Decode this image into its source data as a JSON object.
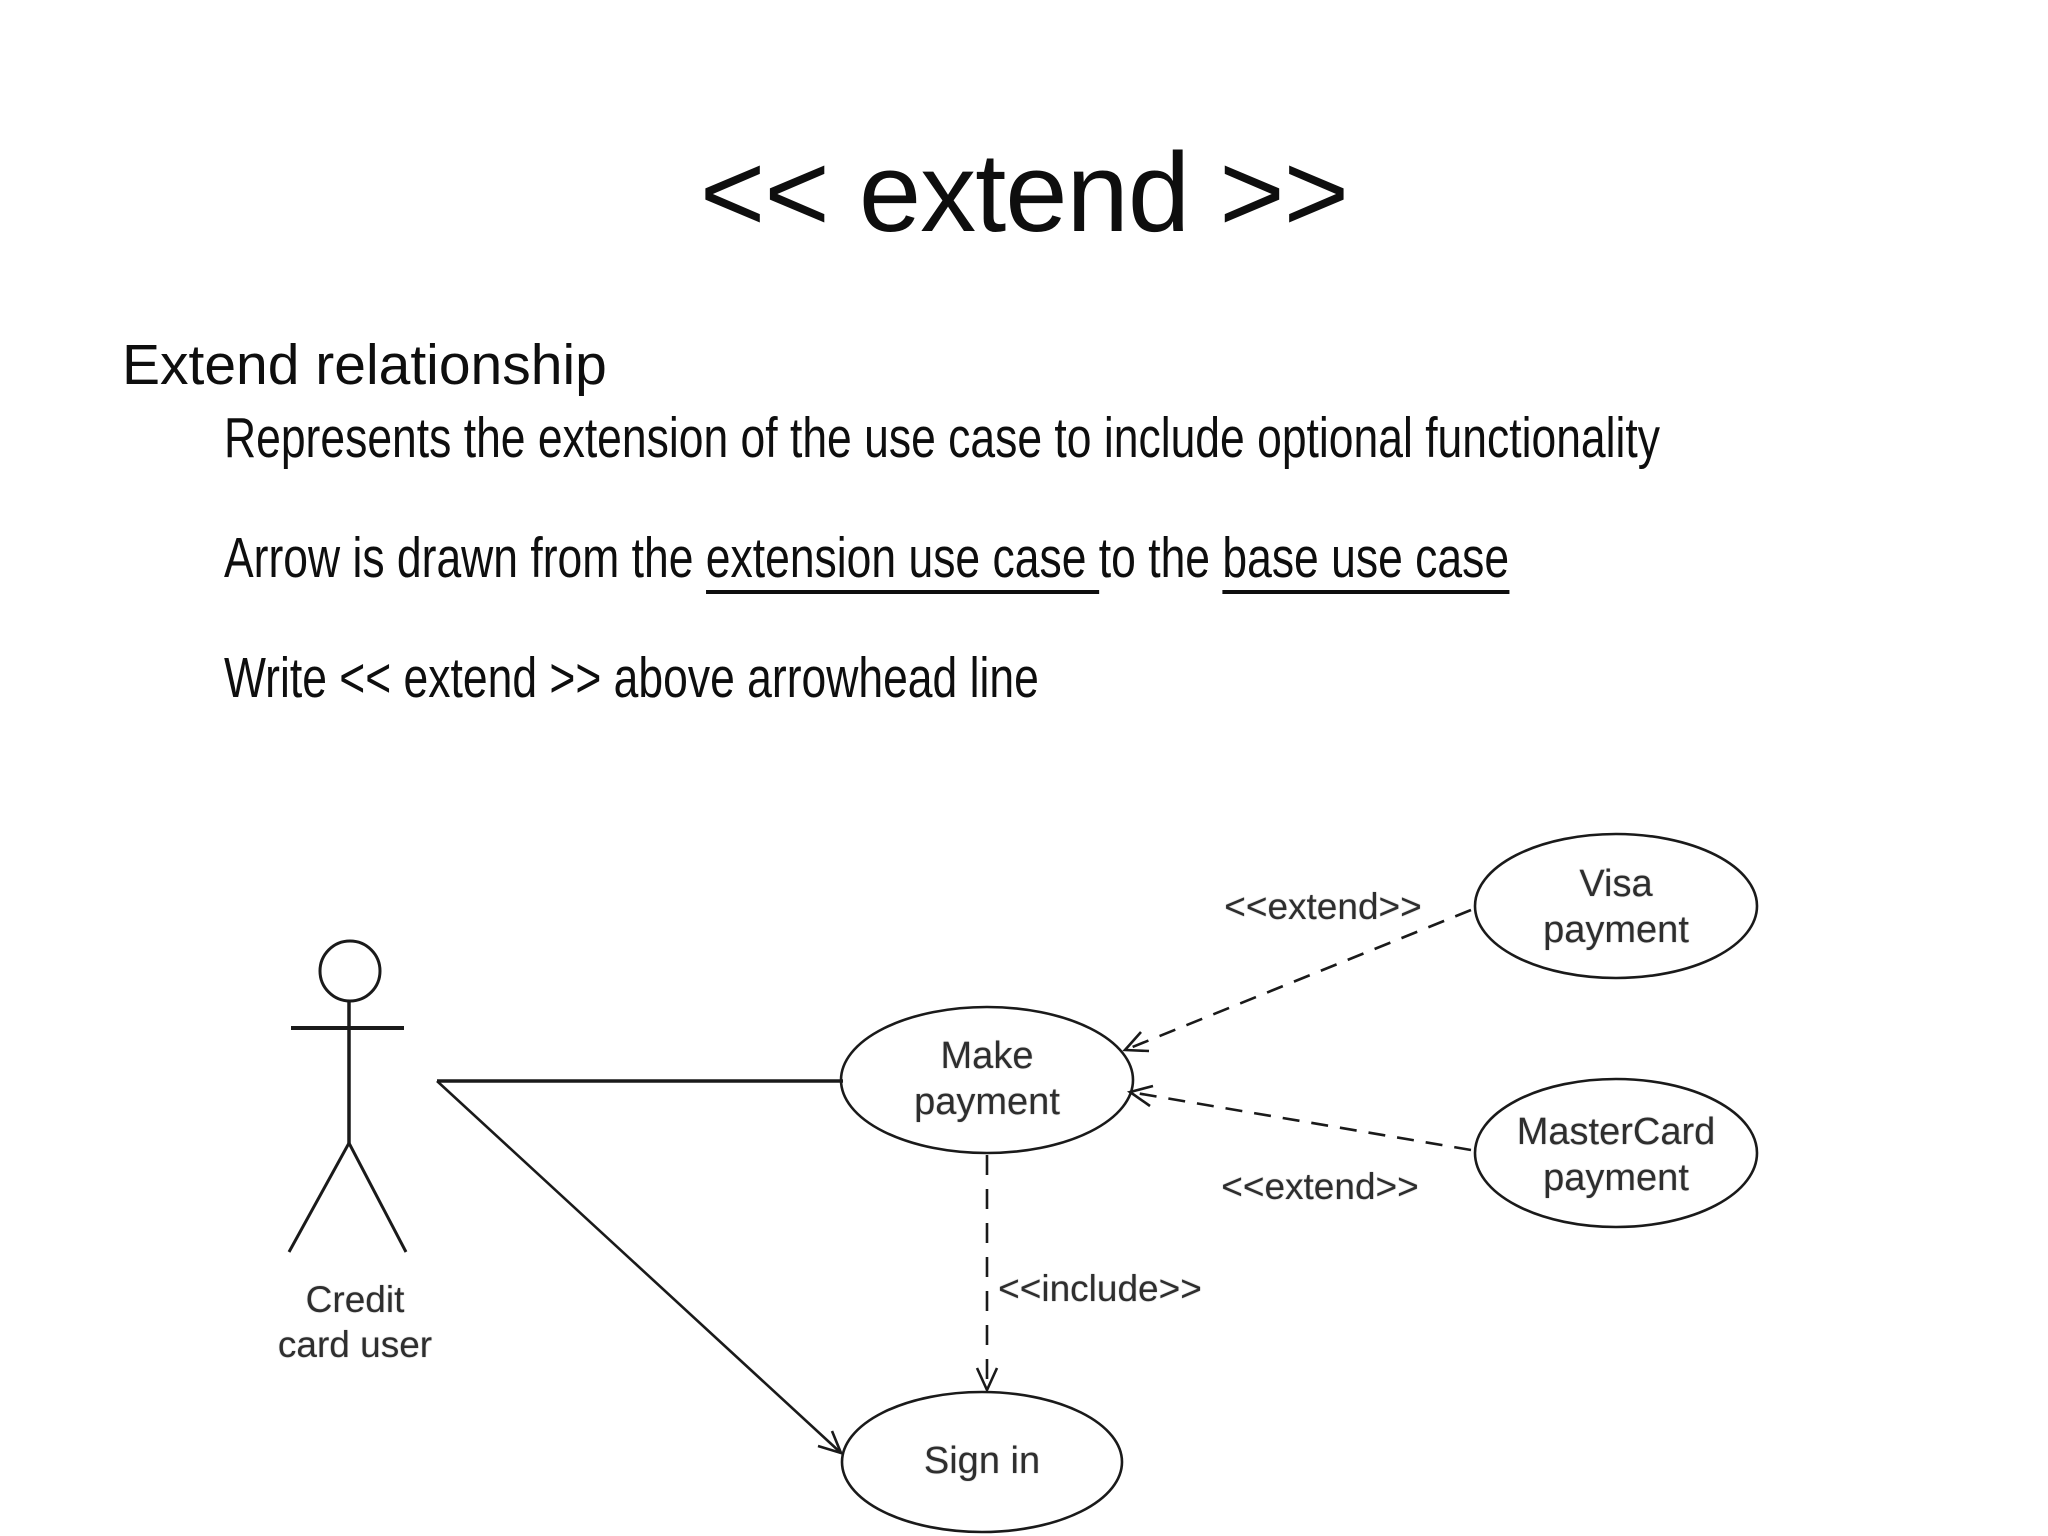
{
  "colors": {
    "background": "#ffffff",
    "slide_text": "#0e0e0e",
    "diagram_text": "#2e2e2e",
    "stroke": "#1a1a1a"
  },
  "slide": {
    "title": "<< extend >>",
    "heading": "Extend relationship",
    "bullets": {
      "line1": "Represents the extension of the use case to include optional functionality",
      "line2_part1": "Arrow is drawn from the ",
      "line2_underline1": "extension use case ",
      "line2_part2": "to the ",
      "line2_underline2": "base use case",
      "line3": "Write << extend >> above arrowhead line"
    }
  },
  "diagram": {
    "actor": {
      "label_line1": "Credit",
      "label_line2": "card user"
    },
    "use_cases": {
      "make_payment": {
        "line1": "Make",
        "line2": "payment"
      },
      "visa_payment": {
        "line1": "Visa",
        "line2": "payment"
      },
      "mastercard_payment": {
        "line1": "MasterCard",
        "line2": "payment"
      },
      "sign_in": {
        "label": "Sign in"
      }
    },
    "relations": {
      "extend_top_label": "<<extend>>",
      "extend_bottom_label": "<<extend>>",
      "include_label": "<<include>>"
    }
  }
}
